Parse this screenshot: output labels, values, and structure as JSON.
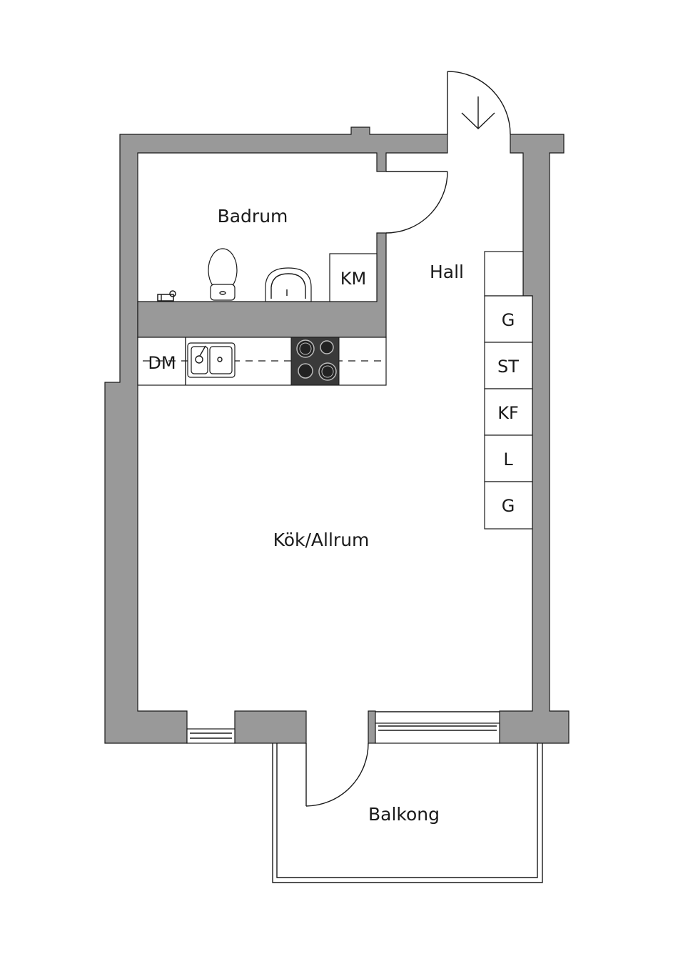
{
  "rooms": {
    "bathroom": "Badrum",
    "hall": "Hall",
    "kitchen_living": "Kök/Allrum",
    "balcony": "Balkong"
  },
  "fixtures": {
    "washing_machine": "KM",
    "dishwasher": "DM",
    "closets": [
      "G",
      "ST",
      "KF",
      "L",
      "G"
    ]
  },
  "colors": {
    "wall": "#999999",
    "line": "#1a1a1a",
    "background": "#ffffff",
    "stove": "#3a3a3a"
  },
  "icons": [
    "entrance-arrow-icon",
    "toilet-icon",
    "washbasin-icon",
    "faucet-icon",
    "sink-icon",
    "stove-icon"
  ]
}
